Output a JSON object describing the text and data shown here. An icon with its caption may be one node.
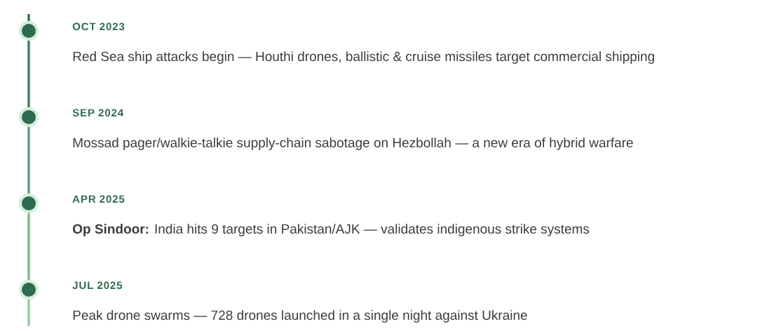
{
  "diagram": {
    "nodes": [
      {
        "text": [],
        "shape": "circle",
        "beside": [
          "OCT 2023",
          "Red Sea ship attacks begin — Houthi drones, ballistic & cruise missiles target commercial shipping"
        ]
      },
      {
        "text": [],
        "shape": "circle",
        "beside": [
          "SEP 2024",
          "Mossad pager/walkie-talkie supply-chain sabotage on Hezbollah — a new era of hybrid warfare"
        ]
      },
      {
        "text": [],
        "shape": "circle",
        "beside": [
          "APR 2025",
          "**Op Sindoor:** India hits 9 targets in Pakistan/AJK — validates indigenous strike systems"
        ]
      },
      {
        "text": [],
        "shape": "circle",
        "beside": [
          "JUL 2025",
          "Peak drone swarms — 728 drones launched in a single night against Ukraine"
        ]
      }
    ],
    "edges": [
      {
        "from": null,
        "to": 0,
        "arrow": "none",
        "color": "#3a7457"
      },
      {
        "from": 0,
        "to": 1,
        "arrow": "none",
        "color": "#447f61"
      },
      {
        "from": 1,
        "to": 2,
        "arrow": "none",
        "color": "#62a07f"
      },
      {
        "from": 2,
        "to": 3,
        "arrow": "none",
        "color": "#7db894"
      },
      {
        "from": 3,
        "to": null,
        "arrow": "none",
        "color": "#8fcca6"
      }
    ]
  }
}
